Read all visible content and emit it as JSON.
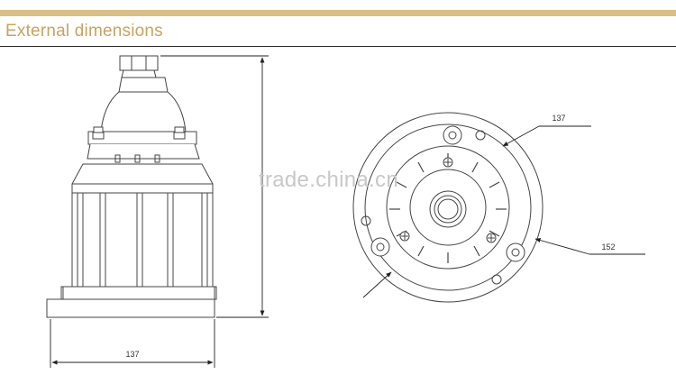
{
  "header": {
    "title": "External dimensions",
    "band_color": "#d8bf86",
    "title_color": "#c9a35e"
  },
  "side_view": {
    "width_label": "137"
  },
  "bottom_view": {
    "diameter_label_top": "137",
    "diameter_label_right": "152"
  },
  "watermark": {
    "text": "trade.china.cn"
  }
}
